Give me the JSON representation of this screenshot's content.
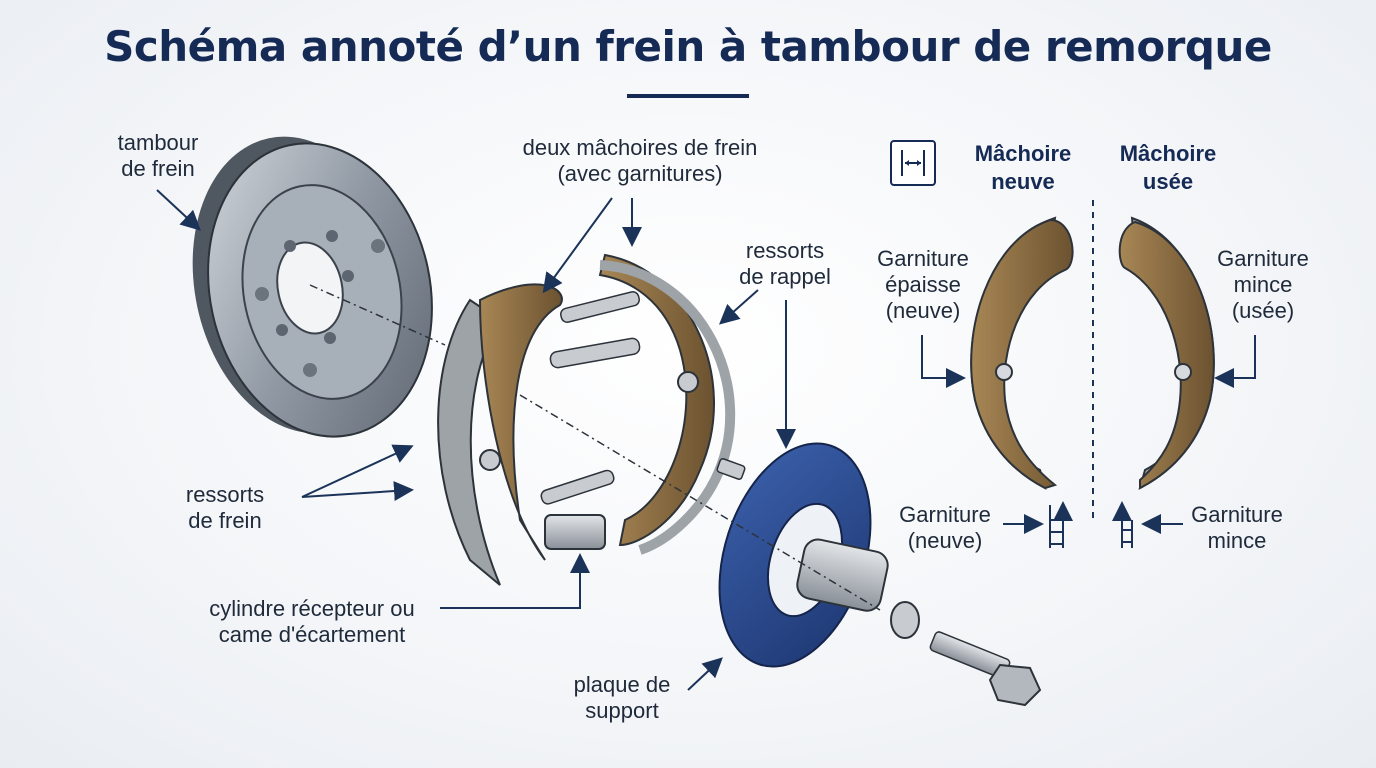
{
  "title": "Schéma annoté d’un frein à tambour de remorque",
  "labels": {
    "drum": [
      "tambour",
      "de frein"
    ],
    "shoes": [
      "deux mâchoires de frein",
      "(avec garnitures)"
    ],
    "return_springs": [
      "ressorts",
      "de rappel"
    ],
    "brake_springs": [
      "ressorts",
      "de frein"
    ],
    "cylinder": [
      "cylindre récepteur ou",
      "came d'écartement"
    ],
    "backing_plate": [
      "plaque de",
      "support"
    ]
  },
  "comparison": {
    "new_header": [
      "Mâchoire",
      "neuve"
    ],
    "worn_header": [
      "Mâchoire",
      "usée"
    ],
    "thick_lining": [
      "Garniture",
      "épaisse",
      "(neuve)"
    ],
    "thin_lining": [
      "Garniture",
      "mince",
      "(usée)"
    ],
    "lining_new": [
      "Garniture",
      "(neuve)"
    ],
    "lining_thin": [
      "Garniture",
      "mince"
    ]
  },
  "colors": {
    "title": "#152a55",
    "arrow": "#1b3358",
    "drum": "#9aa3ad",
    "lining": "#8a6a3c",
    "shoe_steel": "#b9bdc2",
    "backing_plate": "#2a4a8f"
  }
}
